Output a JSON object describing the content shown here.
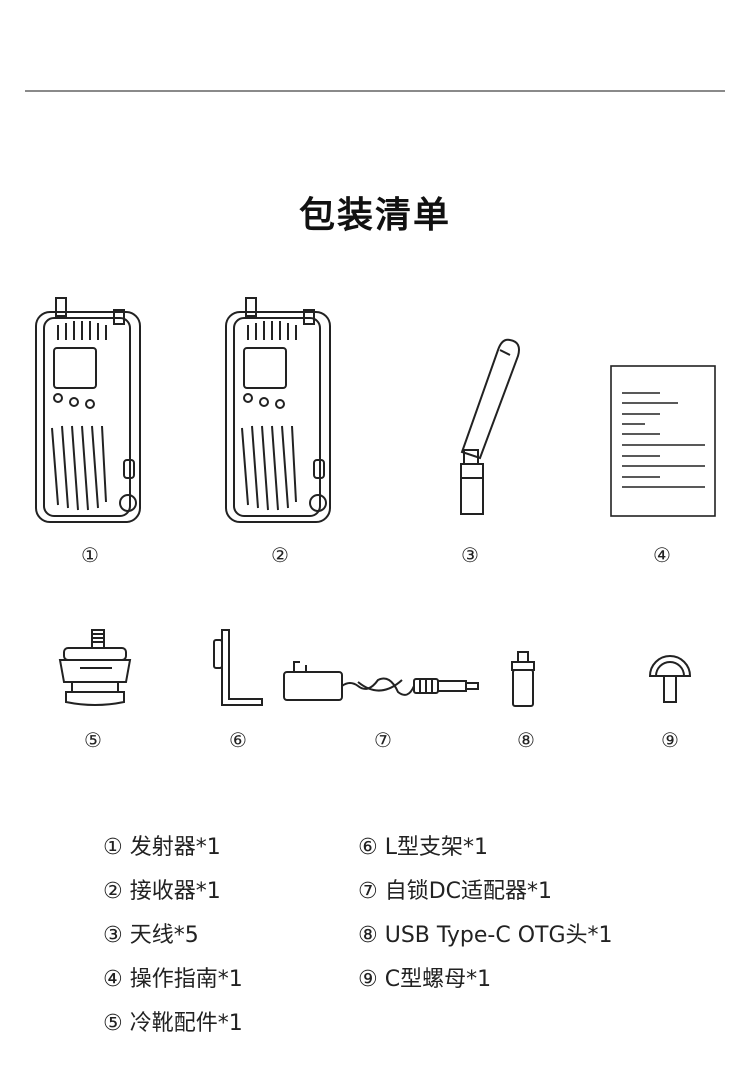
{
  "title": "包装清单",
  "numbers": [
    "①",
    "②",
    "③",
    "④",
    "⑤",
    "⑥",
    "⑦",
    "⑧",
    "⑨"
  ],
  "items_left": [
    "① 发射器*1",
    "② 接收器*1",
    "③ 天线*5",
    "④ 操作指南*1",
    "⑤ 冷靴配件*1"
  ],
  "items_right": [
    "⑥ L型支架*1",
    "⑦ 自锁DC适配器*1",
    "⑧ USB Type-C OTG头*1",
    "⑨ C型螺母*1"
  ],
  "icons": [
    "transmitter-icon",
    "receiver-icon",
    "antenna-icon",
    "manual-icon",
    "cold-shoe-icon",
    "l-bracket-icon",
    "dc-adapter-icon",
    "otg-adapter-icon",
    "c-nut-icon"
  ]
}
